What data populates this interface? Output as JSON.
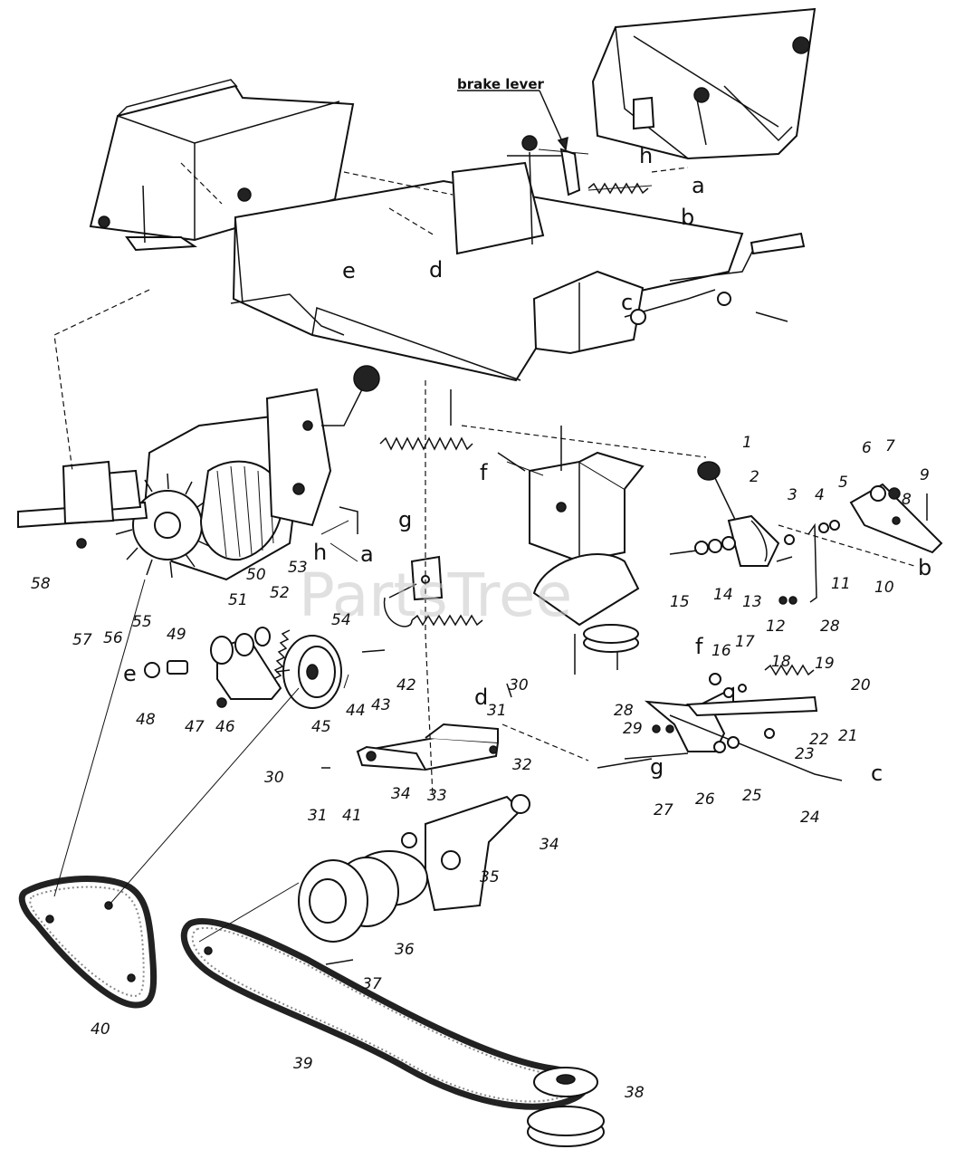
{
  "diagram": {
    "annotation": "brake lever",
    "watermark": "PartsTree",
    "part_numbers": [
      "1",
      "2",
      "3",
      "4",
      "5",
      "6",
      "7",
      "8",
      "9",
      "10",
      "11",
      "12",
      "13",
      "14",
      "15",
      "16",
      "17",
      "18",
      "19",
      "20",
      "21",
      "22",
      "23",
      "24",
      "25",
      "26",
      "27",
      "28",
      "28",
      "29",
      "30",
      "30",
      "31",
      "31",
      "32",
      "33",
      "34",
      "34",
      "35",
      "36",
      "37",
      "38",
      "39",
      "40",
      "41",
      "42",
      "43",
      "44",
      "45",
      "46",
      "47",
      "48",
      "49",
      "50",
      "51",
      "52",
      "53",
      "54",
      "55",
      "56",
      "57",
      "58"
    ],
    "letters": [
      "a",
      "a",
      "b",
      "b",
      "c",
      "c",
      "d",
      "d",
      "e",
      "e",
      "f",
      "f",
      "g",
      "g",
      "h",
      "h"
    ]
  }
}
